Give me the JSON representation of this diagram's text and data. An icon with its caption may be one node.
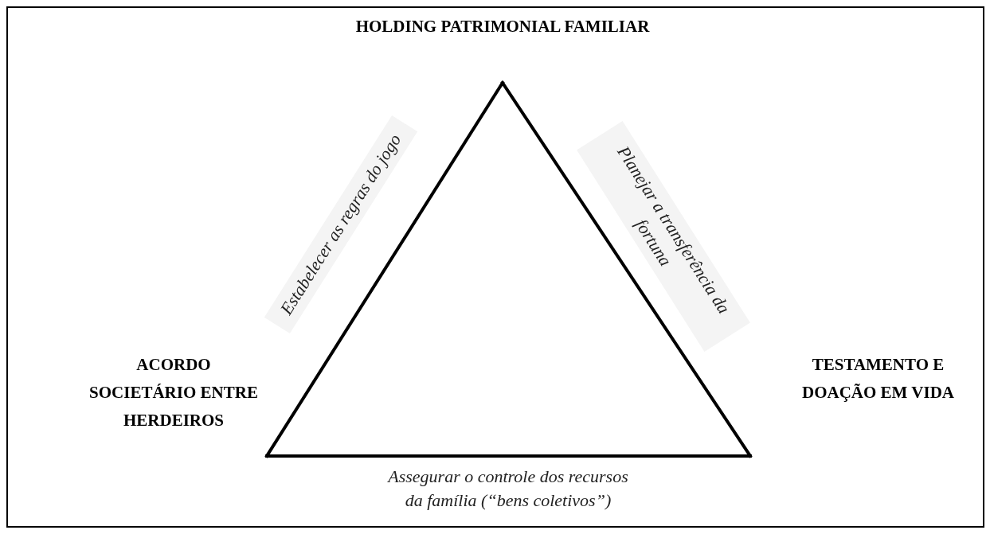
{
  "diagram": {
    "nodes": [
      {
        "text": [
          "HOLDING PATRIMONIAL FAMILIAR"
        ]
      },
      {
        "text": [
          "ACORDO SOCIETÁRIO ENTRE HERDEIROS"
        ]
      },
      {
        "text": [
          "TESTAMENTO E DOAÇÃO EM VIDA"
        ]
      }
    ],
    "edges": [
      {
        "from": 0,
        "to": 1,
        "arrow": "none",
        "label": "Estabelecer as regras do jogo"
      },
      {
        "from": 0,
        "to": 2,
        "arrow": "none",
        "label": "Planejar a transferência da fortuna"
      },
      {
        "from": 1,
        "to": 2,
        "arrow": "none",
        "label": "Assegurar o controle dos recursos da família (“bens coletivos”)"
      }
    ]
  }
}
